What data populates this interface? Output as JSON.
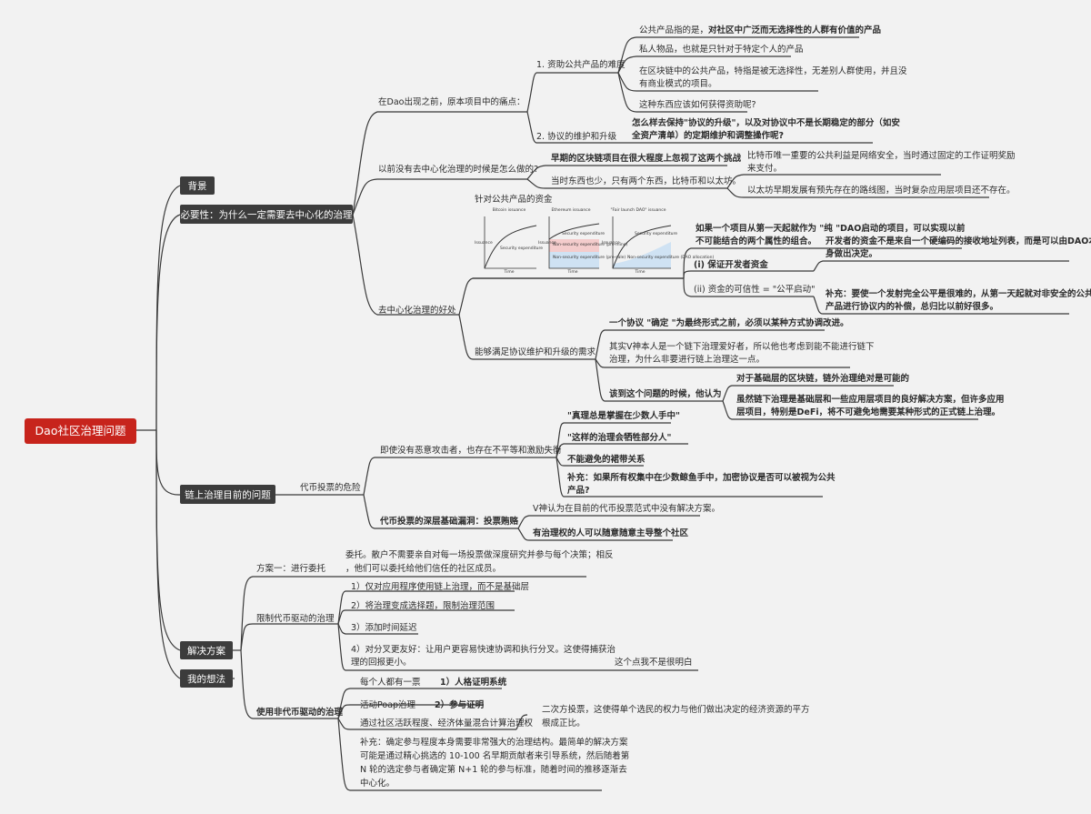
{
  "root": {
    "label": "Dao社区治理问题"
  },
  "branches": {
    "bg": "背景",
    "necessity": "必要性：为什么一定需要去中心化的治理",
    "onchain": "链上治理目前的问题",
    "solution": "解决方案",
    "thoughts": "我的想法"
  },
  "necessity": {
    "pain": {
      "label": "在Dao出现之前，原本项目中的痛点：",
      "funding": {
        "label": "1. 资助公共产品的难度",
        "items": [
          [
            "公共产品指的是，",
            "对社区中广泛而无选择性的人群有价值的产品"
          ],
          "私人物品，也就是只针对于特定个人的产品",
          [
            "在区块链中的公共产品，特指是被无选择性，无差别人群使用，并且没",
            "有商业模式的项目。"
          ],
          "这种东西应该如何获得资助呢?"
        ]
      },
      "upgrade": {
        "label": "2. 协议的维护和升级",
        "text": [
          "怎么样去保持\"协议的升级\"，以及对协议中不是长期稳定的部分（如安",
          "全资产清单）的定期维护和调整操作呢?"
        ]
      }
    },
    "before": {
      "label": "以前没有去中心化治理的时候是怎么做的?",
      "a": "早期的区块链项目在很大程度上忽视了这两个挑战",
      "b": "当时东西也少，只有两个东西，比特币和以太坊。",
      "c": [
        "比特币唯一重要的公共利益是网络安全，当时通过固定的工作证明奖励",
        "来支付。"
      ],
      "d": "以太坊早期发展有预先存在的路线图，当时复杂应用层项目还不存在。"
    },
    "benefit": {
      "label": "去中心化治理的好处",
      "funding_title": "针对公共产品的资金",
      "intro": [
        "如果一个项目从第一天起就作为 \"纯 \"DAO启动的项目，可以实现以前",
        "不可能结合的两个属性的组合。"
      ],
      "p1": "(i) 保证开发者资金",
      "p1_note": [
        "开发者的资金不是来自一个硬编码的接收地址列表，而是可以由DAO本",
        "身做出决定。"
      ],
      "p2": "(ii) 资金的可信性 = \"公平启动\"",
      "p2_note": [
        "补充：要使一个发射完全公平是很难的，从第一天起就对非安全的公共",
        "产品进行协议内的补偿，总归比以前好很多。"
      ],
      "maint": {
        "label": "能够满足协议维护和升级的需求",
        "a": "一个协议 \"确定 \"为最终形式之前，必须以某种方式协调改进。",
        "b": [
          "其实V神本人是一个链下治理爱好者，所以他也考虑到能不能进行链下",
          "治理，为什么非要进行链上治理这一点。"
        ],
        "c": "该到这个问题的时候，他认为",
        "d": "对于基础层的区块链，链外治理绝对是可能的",
        "e": [
          "虽然链下治理是基础层和一些应用层项目的良好解决方案，但许多应用",
          "层项目，特别是DeFi，将不可避免地需要某种形式的正式链上治理。"
        ]
      }
    }
  },
  "onchain": {
    "coin": "代币投票的危险",
    "attack": {
      "label": "即使没有恶意攻击者，也存在不平等和激励失衡",
      "a": "\"真理总是掌握在少数人手中\"",
      "b": "\"这样的治理会牺牲部分人\"",
      "c": "不能避免的裙带关系",
      "d": [
        "补充：如果所有权集中在少数鲸鱼手中，加密协议是否可以被视为公共",
        "产品?"
      ]
    },
    "deep": {
      "label": "代币投票的深层基础漏洞：投票贿赂",
      "a": "V神认为在目前的代币投票范式中没有解决方案。",
      "b": "有治理权的人可以随意随意主导整个社区"
    }
  },
  "solution": {
    "s1": {
      "label": "方案一：进行委托",
      "text": [
        "委托。散户不需要亲自对每一场投票做深度研究并参与每个决策；相反",
        "，他们可以委托给他们信任的社区成员。"
      ]
    },
    "s2": {
      "label": "限制代币驱动的治理",
      "items": [
        "1）仅对应用程序使用链上治理，而不是基础层",
        "2）将治理变成选择题，限制治理范围",
        "3）添加时间延迟",
        [
          "4）对分叉更友好：让用户更容易快速协调和执行分叉。这使得捕获治",
          "理的回报更小。"
        ]
      ],
      "note": "这个点我不是很明白"
    },
    "s3": {
      "label": "使用非代币驱动的治理",
      "r1": "每个人都有一票",
      "r1b": "1）人格证明系统",
      "r2": "活动Poap治理",
      "r2b": "2）参与证明",
      "r3": "通过社区活跃程度、经济体量混合计算治理权",
      "r3b": [
        "二次方投票，这使得单个选民的权力与他们做出决定的经济资源的平方",
        "根成正比。"
      ],
      "r4": [
        "补充：确定参与程度本身需要非常强大的治理结构。最简单的解决方案",
        "可能是通过精心挑选的 10-100 名早期贡献者来引导系统，然后随着第",
        "N 轮的选定参与者确定第 N+1 轮的参与标准，随着时间的推移逐渐去",
        "中心化。"
      ]
    }
  },
  "charts": {
    "c1": {
      "title": "Bitcoin issuance",
      "ylabel": "Issuance",
      "xlabel": "Time",
      "series": "Security expenditure"
    },
    "c2": {
      "title": "Ethereum issuance",
      "ylabel": "Issuance",
      "xlabel": "Time",
      "s1": "Security expenditure",
      "s2": "Non-security expenditure (pre-mine)",
      "s3": "Non-security expenditure (pre-sale)"
    },
    "c3": {
      "title": "\"Fair launch DAO\" issuance",
      "ylabel": "Issuance",
      "xlabel": "Time",
      "s1": "Security expenditure",
      "s2": "Non-security expenditure (DAO allocation)"
    }
  }
}
